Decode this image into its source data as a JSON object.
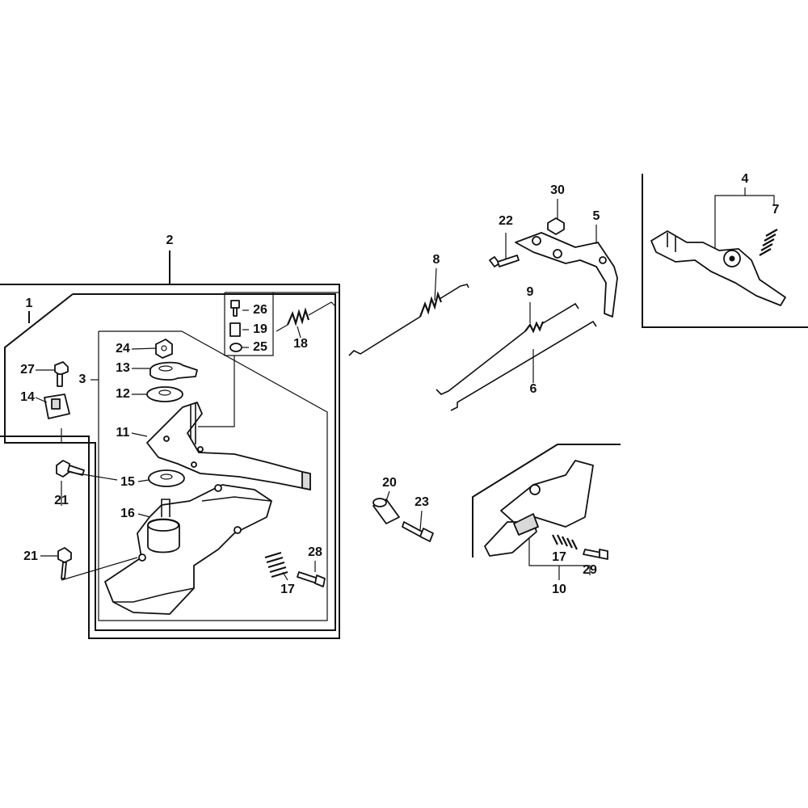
{
  "callouts": {
    "c1": "1",
    "c2": "2",
    "c3": "3",
    "c4": "4",
    "c5": "5",
    "c6": "6",
    "c7": "7",
    "c8": "8",
    "c9": "9",
    "c10": "10",
    "c11": "11",
    "c12": "12",
    "c13": "13",
    "c14": "14",
    "c15": "15",
    "c16": "16",
    "c17a": "17",
    "c17b": "17",
    "c18": "18",
    "c19": "19",
    "c20": "20",
    "c21a": "21",
    "c21b": "21",
    "c22": "22",
    "c23": "23",
    "c24": "24",
    "c25": "25",
    "c26": "26",
    "c27": "27",
    "c28": "28",
    "c29": "29",
    "c30": "30"
  }
}
